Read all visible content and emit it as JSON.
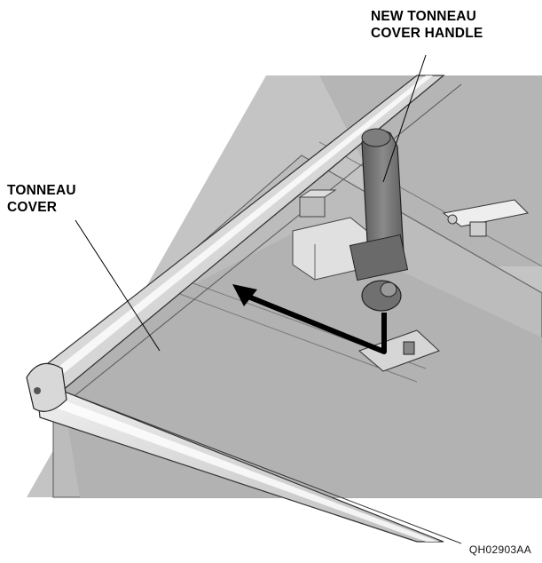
{
  "callouts": {
    "handle": [
      "NEW TONNEAU",
      "COVER HANDLE"
    ],
    "cover": [
      "TONNEAU",
      "COVER"
    ]
  },
  "figure_code": "QH02903AA",
  "colors": {
    "panel": "#bdbdbd",
    "panel_dark": "#9a9a9a",
    "rail": "#dcdcdc",
    "handle": "#6e6e6e",
    "arrow": "#000000"
  }
}
